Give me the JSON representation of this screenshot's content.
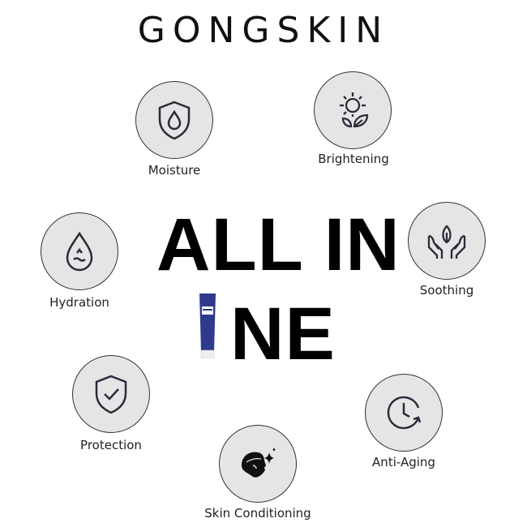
{
  "brand": "GONGSKIN",
  "headline": {
    "line1": "ALL IN",
    "line2": "NE"
  },
  "features": [
    {
      "label": "Moisture",
      "icon": "shield-drop-icon"
    },
    {
      "label": "Brightening",
      "icon": "sun-leaf-icon"
    },
    {
      "label": "Soothing",
      "icon": "hands-leaf-icon"
    },
    {
      "label": "Hydration",
      "icon": "water-drop-icon"
    },
    {
      "label": "Protection",
      "icon": "shield-check-icon"
    },
    {
      "label": "Anti-Aging",
      "icon": "clock-icon"
    },
    {
      "label": "Skin Conditioning",
      "icon": "man-face-sparkle-icon"
    }
  ],
  "colors": {
    "circle": "#e5e5e5",
    "icon": "#2d2a3a",
    "tube": "#2e3a8c"
  }
}
